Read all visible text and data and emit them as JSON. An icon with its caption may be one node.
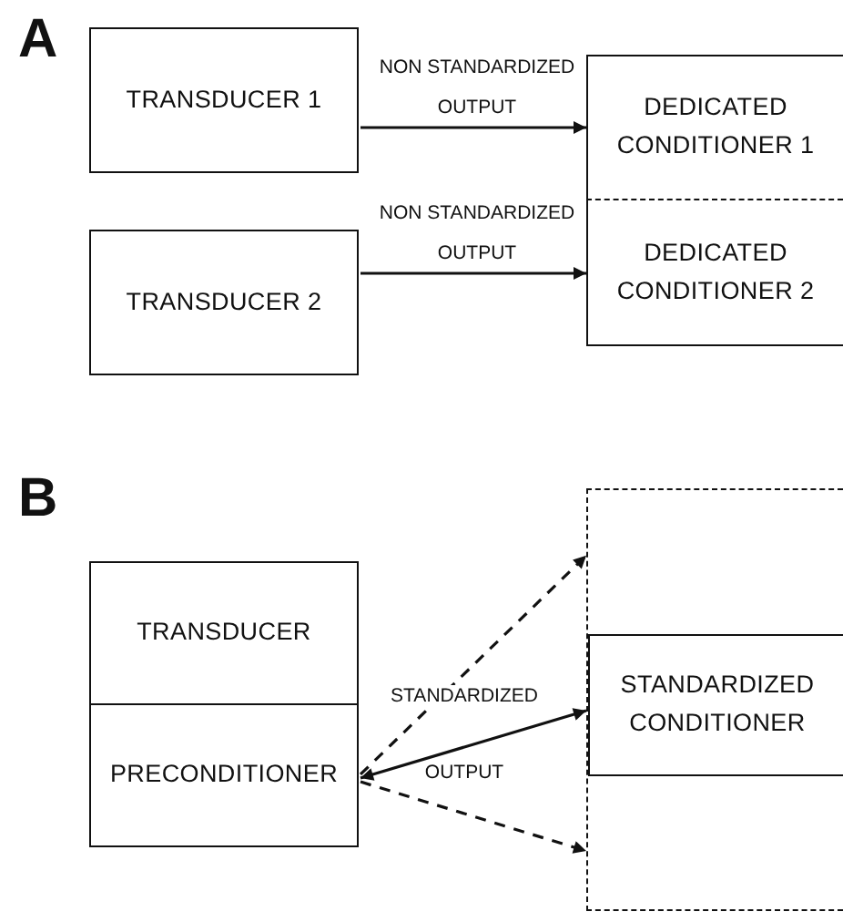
{
  "diagram": {
    "nodes": [
      {
        "text": [
          "TRANSDUCER 1"
        ]
      },
      {
        "text": [
          "DEDICATED CONDITIONER 1"
        ]
      },
      {
        "text": [
          "TRANSDUCER 2"
        ]
      },
      {
        "text": [
          "DEDICATED CONDITIONER 2"
        ]
      },
      {
        "text": [
          "TRANSDUCER"
        ]
      },
      {
        "text": [
          "PRECONDITIONER"
        ]
      },
      {
        "text": [],
        "shape": "box"
      },
      {
        "text": [
          "STANDARDIZED CONDITIONER"
        ],
        "in": 6
      }
    ],
    "edges": [
      {
        "from": 0,
        "to": 1,
        "arrow": "to",
        "label": "NON STANDARDIZED OUTPUT"
      },
      {
        "from": 2,
        "to": 3,
        "arrow": "to",
        "label": "NON STANDARDIZED OUTPUT"
      },
      {
        "from": 5,
        "to": 7,
        "arrow": "both",
        "label": "STANDARDIZED OUTPUT"
      },
      {
        "from": 5,
        "to": 6,
        "arrow": "to",
        "style": "dashed"
      },
      {
        "from": 5,
        "to": 6,
        "arrow": "to",
        "style": "dashed"
      }
    ],
    "labels": [
      "A",
      "B"
    ]
  }
}
